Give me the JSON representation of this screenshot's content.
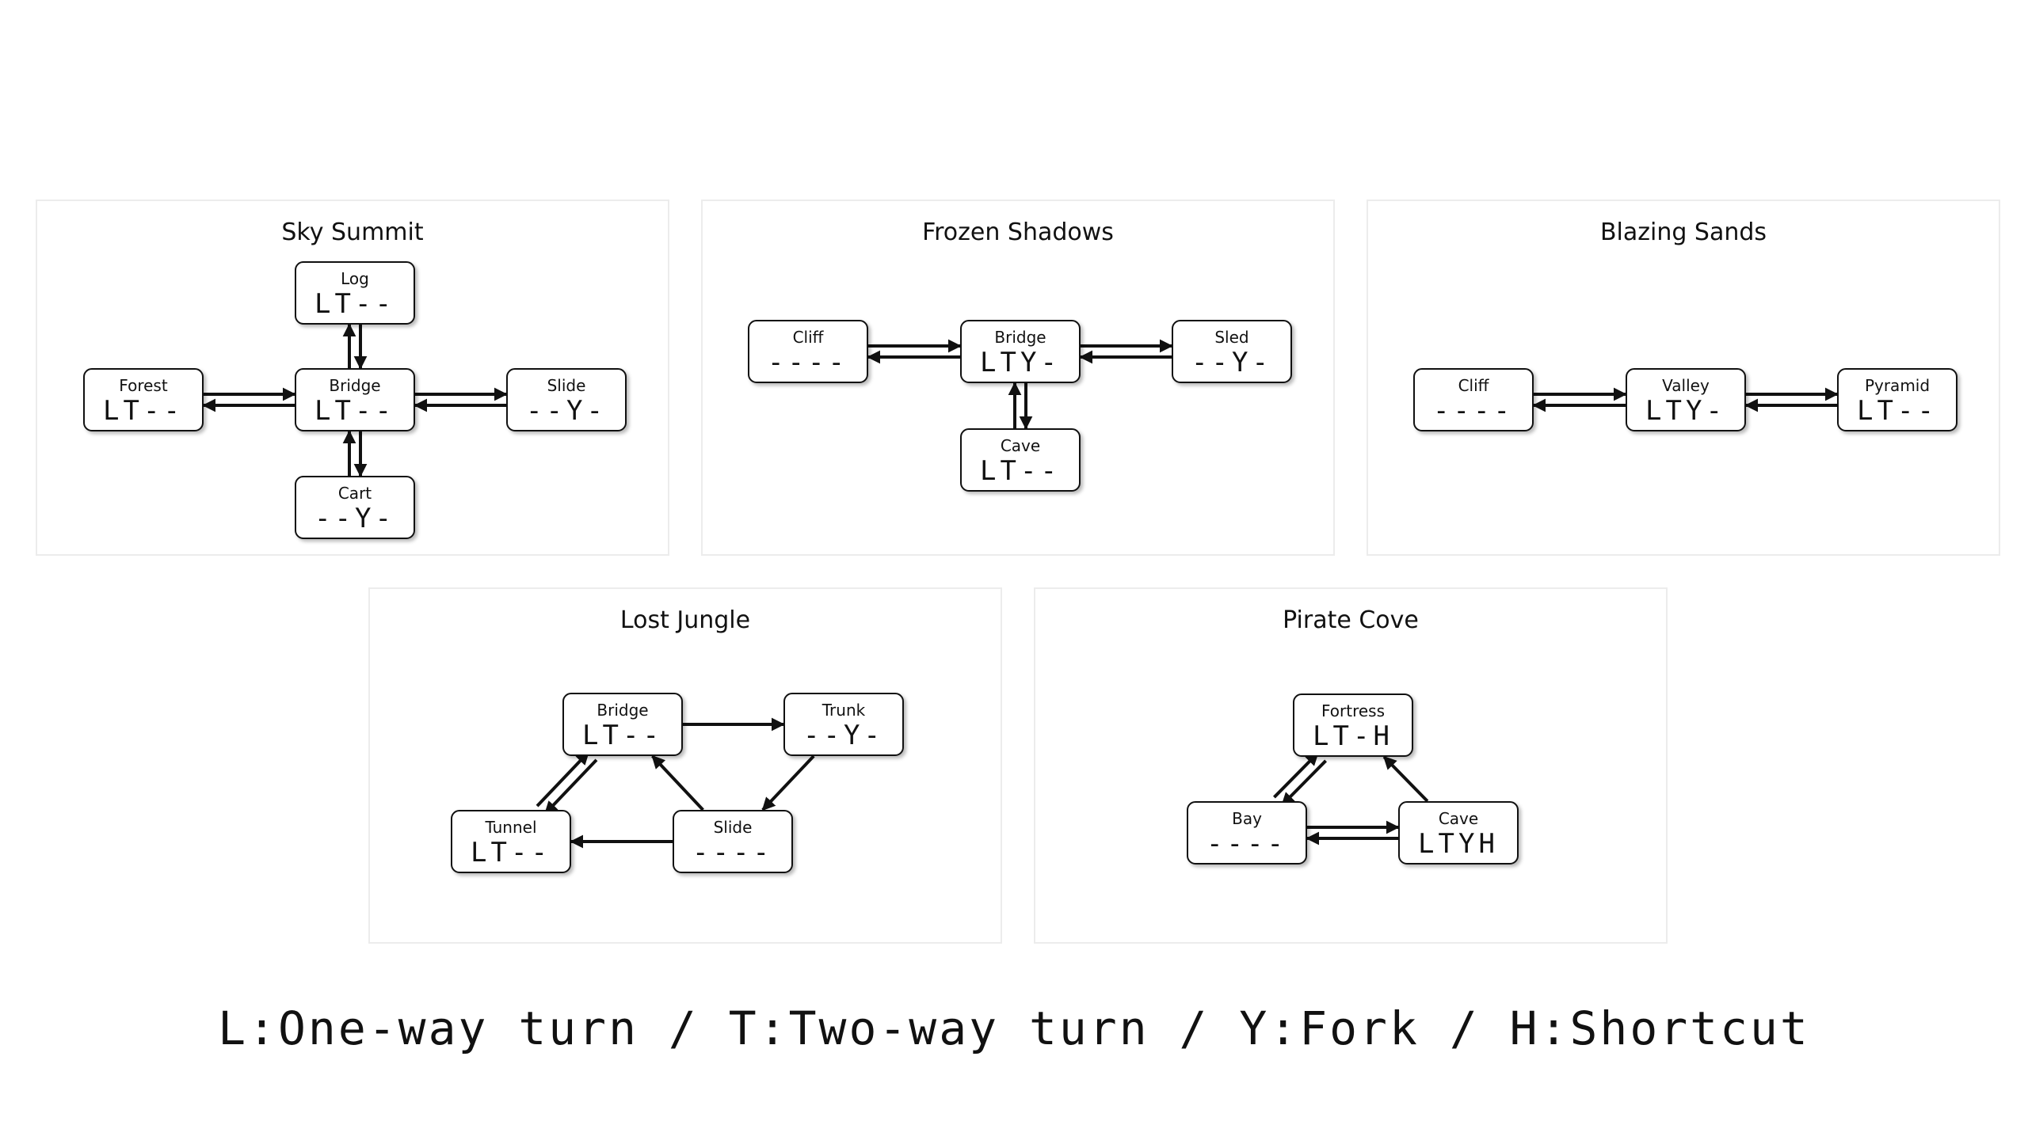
{
  "panels": [
    {
      "title": "Sky Summit",
      "nodes": [
        {
          "name": "Log",
          "code": "LT--"
        },
        {
          "name": "Forest",
          "code": "LT--"
        },
        {
          "name": "Bridge",
          "code": "LT--"
        },
        {
          "name": "Slide",
          "code": "--Y-"
        },
        {
          "name": "Cart",
          "code": "--Y-"
        }
      ],
      "edges": [
        {
          "from": "Forest",
          "to": "Bridge",
          "direction": "both"
        },
        {
          "from": "Bridge",
          "to": "Slide",
          "direction": "both"
        },
        {
          "from": "Log",
          "to": "Bridge",
          "direction": "both"
        },
        {
          "from": "Bridge",
          "to": "Cart",
          "direction": "both"
        }
      ]
    },
    {
      "title": "Frozen Shadows",
      "nodes": [
        {
          "name": "Cliff",
          "code": "----"
        },
        {
          "name": "Bridge",
          "code": "LTY-"
        },
        {
          "name": "Sled",
          "code": "--Y-"
        },
        {
          "name": "Cave",
          "code": "LT--"
        }
      ],
      "edges": [
        {
          "from": "Cliff",
          "to": "Bridge",
          "direction": "both"
        },
        {
          "from": "Bridge",
          "to": "Sled",
          "direction": "both"
        },
        {
          "from": "Bridge",
          "to": "Cave",
          "direction": "both"
        }
      ]
    },
    {
      "title": "Blazing Sands",
      "nodes": [
        {
          "name": "Cliff",
          "code": "----"
        },
        {
          "name": "Valley",
          "code": "LTY-"
        },
        {
          "name": "Pyramid",
          "code": "LT--"
        }
      ],
      "edges": [
        {
          "from": "Cliff",
          "to": "Valley",
          "direction": "both"
        },
        {
          "from": "Valley",
          "to": "Pyramid",
          "direction": "both"
        }
      ]
    },
    {
      "title": "Lost Jungle",
      "nodes": [
        {
          "name": "Bridge",
          "code": "LT--"
        },
        {
          "name": "Trunk",
          "code": "--Y-"
        },
        {
          "name": "Tunnel",
          "code": "LT--"
        },
        {
          "name": "Slide",
          "code": "----"
        }
      ],
      "edges": [
        {
          "from": "Bridge",
          "to": "Trunk",
          "direction": "one-way"
        },
        {
          "from": "Trunk",
          "to": "Slide",
          "direction": "one-way"
        },
        {
          "from": "Slide",
          "to": "Tunnel",
          "direction": "one-way"
        },
        {
          "from": "Slide",
          "to": "Bridge",
          "direction": "one-way"
        },
        {
          "from": "Bridge",
          "to": "Tunnel",
          "direction": "both"
        }
      ]
    },
    {
      "title": "Pirate Cove",
      "nodes": [
        {
          "name": "Fortress",
          "code": "LT-H"
        },
        {
          "name": "Bay",
          "code": "----"
        },
        {
          "name": "Cave",
          "code": "LTYH"
        }
      ],
      "edges": [
        {
          "from": "Fortress",
          "to": "Bay",
          "direction": "both"
        },
        {
          "from": "Bay",
          "to": "Cave",
          "direction": "both"
        },
        {
          "from": "Cave",
          "to": "Fortress",
          "direction": "one-way"
        }
      ]
    }
  ],
  "legend": "L:One-way turn / T:Two-way turn / Y:Fork / H:Shortcut"
}
